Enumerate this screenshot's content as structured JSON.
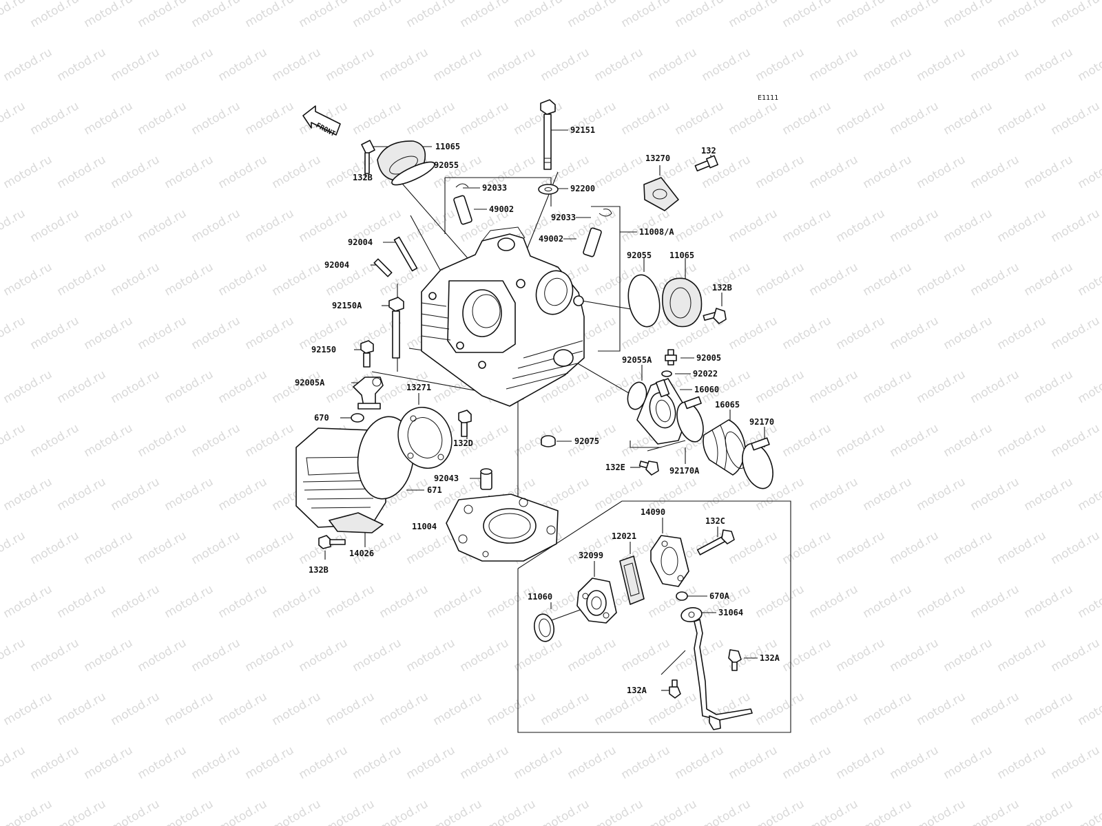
{
  "diagram": {
    "code": "E1111",
    "front_label": "FRONT",
    "watermark": "motod.ru",
    "colors": {
      "ink": "#111111",
      "watermark": "#d9d9d9",
      "background": "#ffffff"
    },
    "labels": [
      "11065",
      "132B",
      "92055",
      "92151",
      "92200",
      "13270",
      "132",
      "92033",
      "49002",
      "92033",
      "11008/A",
      "49002",
      "92004",
      "92004",
      "92055",
      "11065",
      "132B",
      "92150A",
      "92150",
      "92005",
      "92055A",
      "92022",
      "92005A",
      "13271",
      "16060",
      "16065",
      "92170",
      "670",
      "132D",
      "92075",
      "132E",
      "92170A",
      "92043",
      "671",
      "11004",
      "14090",
      "132C",
      "12021",
      "32099",
      "11060",
      "670A",
      "31064",
      "132B",
      "14026",
      "132A",
      "132A"
    ]
  }
}
